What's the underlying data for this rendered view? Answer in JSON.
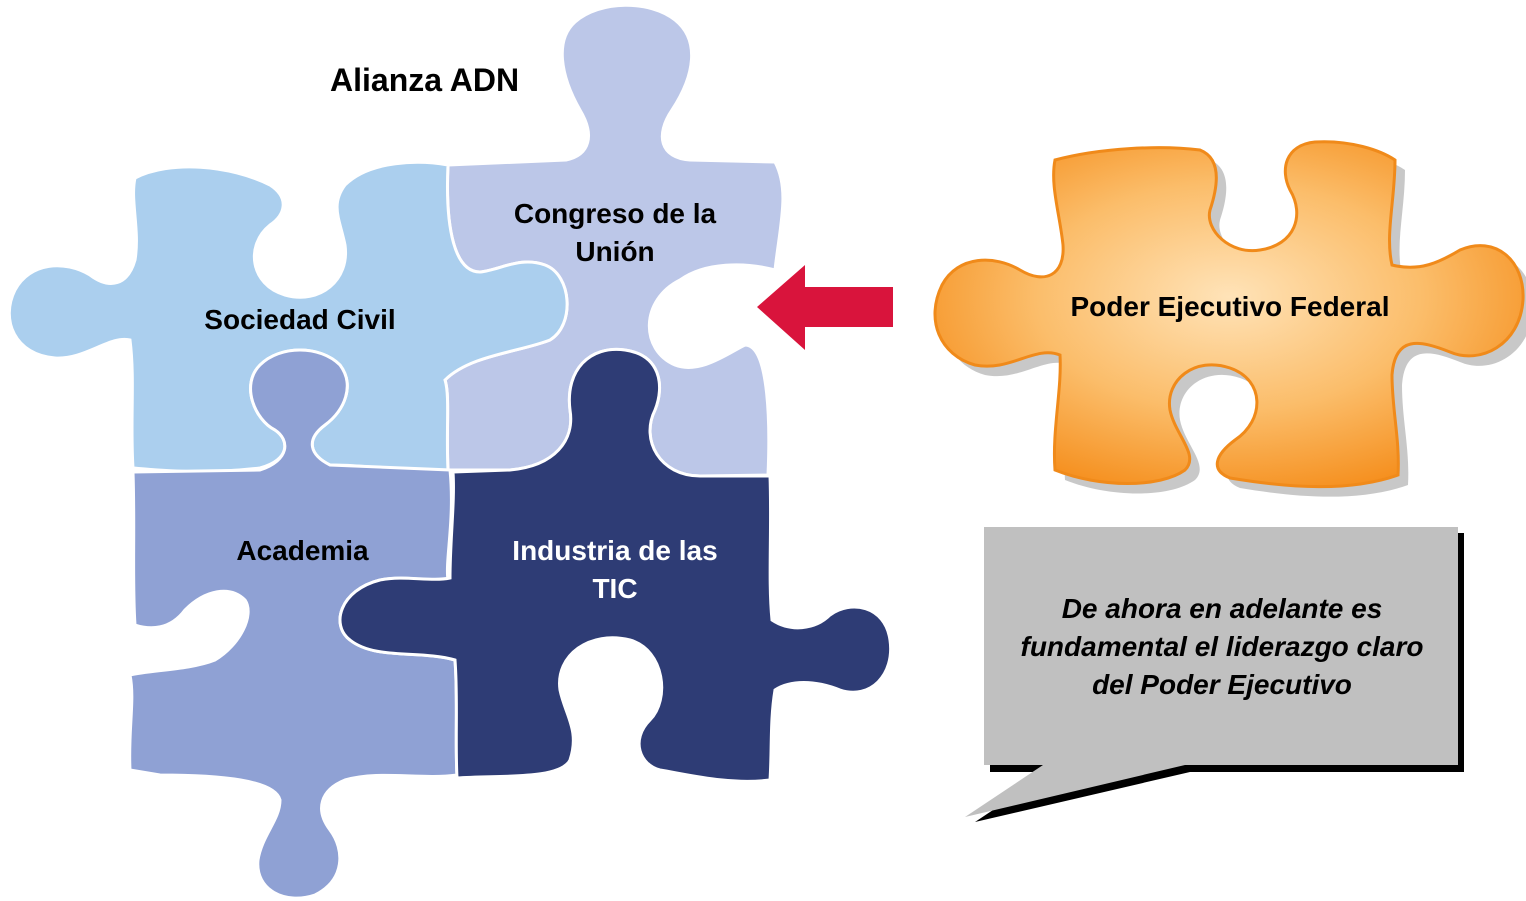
{
  "diagram": {
    "title": "Alianza ADN",
    "pieces": {
      "congreso": {
        "line1": "Congreso de la",
        "line2": "Unión"
      },
      "sociedad": "Sociedad Civil",
      "academia": "Academia",
      "industria": {
        "line1": "Industria de las",
        "line2": "TIC"
      },
      "ejecutivo": "Poder Ejecutivo Federal"
    },
    "callout": {
      "line1": "De ahora en adelante es",
      "line2": "fundamental el liderazgo claro",
      "line3": "del Poder Ejecutivo"
    },
    "colors": {
      "sociedad": "#abcfee",
      "congreso": "#bcc7e8",
      "academia": "#8fa1d4",
      "industria": "#2e3c75",
      "ejecutivo_light": "#ffe0b0",
      "ejecutivo_dark": "#f7941e",
      "arrow": "#d9143c",
      "callout": "#c0c0c0"
    }
  }
}
